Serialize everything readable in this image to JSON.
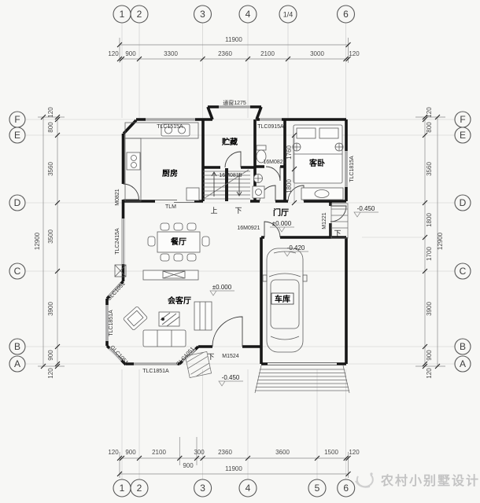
{
  "watermark": "农村小别墅设计",
  "axes": {
    "top": [
      "1",
      "2",
      "3",
      "4",
      "1/4",
      "6"
    ],
    "bottom": [
      "1",
      "2",
      "3",
      "4",
      "5",
      "6"
    ],
    "left": [
      "F",
      "E",
      "D",
      "C",
      "B",
      "A"
    ],
    "right": [
      "F",
      "E",
      "D",
      "C",
      "B",
      "A"
    ]
  },
  "dims": {
    "top": {
      "overall": "11900",
      "segs": [
        "120",
        "900",
        "3300",
        "2360",
        "2100",
        "3000",
        "120"
      ]
    },
    "bottom": {
      "overall": "11900",
      "segs": [
        "120",
        "900",
        "2100",
        "900",
        "300",
        "2360",
        "3600",
        "1500",
        "120"
      ]
    },
    "left": {
      "overall": "12900",
      "segs": [
        "120",
        "800",
        "3560",
        "3500",
        "3900",
        "900",
        "120"
      ]
    },
    "right": {
      "overall": "12900",
      "segs": [
        "120",
        "800",
        "3560",
        "1800",
        "1700",
        "3900",
        "900",
        "120"
      ]
    }
  },
  "rooms": {
    "kitchen": "厨房",
    "storage": "贮藏",
    "guest_bedroom": "客卧",
    "dining": "餐厅",
    "foyer": "门厅",
    "living": "会客厅",
    "garage": "车库"
  },
  "openings": {
    "bay_window": "通窗1275",
    "kitchen_window": "TLC1515A",
    "bath_window": "TLC0915A",
    "bedroom_window": "TLC1815A",
    "dining_window": "TLC2415A",
    "kitchen_door": "M0821",
    "sliding_door": "TLM",
    "stair_door": "16M0818",
    "bath_door": "16M0821",
    "garage_inner_door": "16M0921",
    "side_door": "M1221",
    "entry_door": "M1524",
    "bay_left_window": "TLC1851A",
    "bay_bottom_window": "TLC1851A",
    "bay_corner_1": "GLC1051",
    "bay_corner_2": "GLC1051",
    "bay_corner_3": "GLC1051"
  },
  "levels": {
    "foyer": "±0.000",
    "living": "±0.000",
    "garage": "-0.420",
    "entry": "-0.450",
    "side": "-0.450"
  },
  "stairs": {
    "up": "上",
    "down": "下",
    "down_entry": "下",
    "down_side": "下"
  },
  "inner_dims": {
    "upper": "1760",
    "lower": "1800"
  }
}
